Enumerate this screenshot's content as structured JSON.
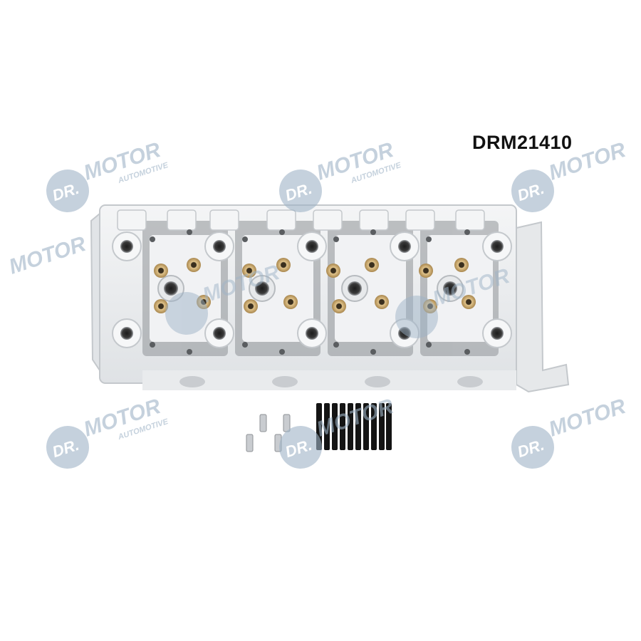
{
  "product": {
    "part_number": "DRM21410"
  },
  "watermark": {
    "brand": "DR.MOTOR",
    "logo_letters": "DR.",
    "word": "MOTOR",
    "tagline": "AUTOMOTIVE",
    "color": "#9fb4c7",
    "opacity": 0.55
  },
  "colors": {
    "casting": "#eceef0",
    "casting_shadow": "#b9bdc1",
    "port_dark": "#2a2a2a",
    "valve_brass": "#c8a66a",
    "stud_black": "#141414",
    "pin_silver": "#c9ccd0"
  },
  "icons": [
    "drmotor-logo-icon",
    "cylinder-head-image",
    "stud-bolt-icon",
    "dowel-pin-icon"
  ]
}
